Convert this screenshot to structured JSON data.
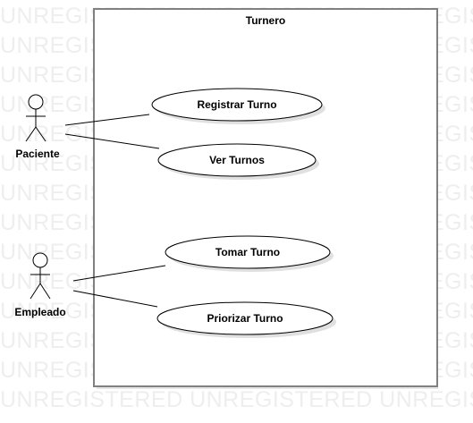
{
  "watermark_text": "UNREGISTERED UNREGISTERED UNREGISTERED",
  "system": {
    "title": "Turnero"
  },
  "actors": [
    {
      "name": "Paciente"
    },
    {
      "name": "Empleado"
    }
  ],
  "use_cases": [
    {
      "label": "Registrar Turno"
    },
    {
      "label": "Ver Turnos"
    },
    {
      "label": "Tomar Turno"
    },
    {
      "label": "Priorizar Turno"
    }
  ],
  "colors": {
    "boundary": "#808080",
    "stroke": "#000000",
    "shadow": "#e0e0e0",
    "watermark": "#eeeeee"
  }
}
